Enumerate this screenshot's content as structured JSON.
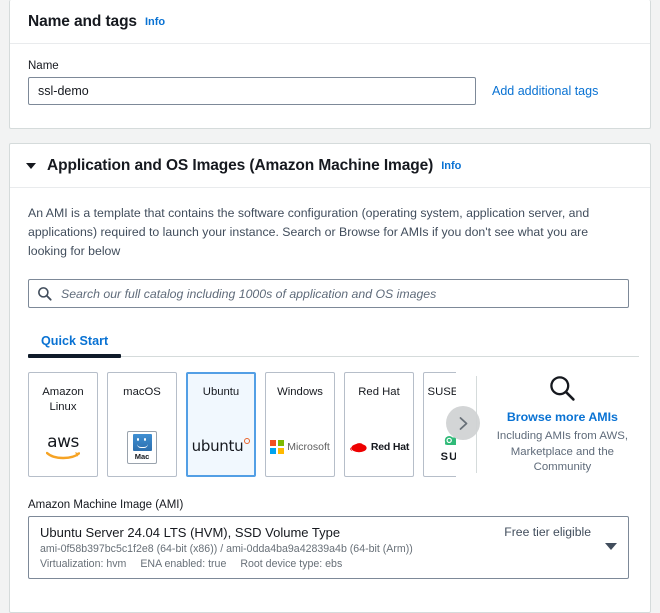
{
  "name_panel": {
    "title": "Name and tags",
    "info_label": "Info",
    "field_label": "Name",
    "name_value": "ssl-demo",
    "name_placeholder": "",
    "add_tags_label": "Add additional tags"
  },
  "ami_panel": {
    "title": "Application and OS Images (Amazon Machine Image)",
    "info_label": "Info",
    "description": "An AMI is a template that contains the software configuration (operating system, application server, and applications) required to launch your instance. Search or Browse for AMIs if you don't see what you are looking for below",
    "search_placeholder": "Search our full catalog including 1000s of application and OS images",
    "search_value": "",
    "tabs": [
      {
        "label": "Quick Start",
        "active": true
      }
    ],
    "tiles": [
      {
        "label": "Amazon Linux",
        "logo": "aws-logo",
        "selected": false
      },
      {
        "label": "macOS",
        "logo": "mac-logo",
        "selected": false
      },
      {
        "label": "Ubuntu",
        "logo": "ubuntu-logo",
        "selected": true
      },
      {
        "label": "Windows",
        "logo": "microsoft-logo",
        "selected": false
      },
      {
        "label": "Red Hat",
        "logo": "redhat-logo",
        "selected": false
      },
      {
        "label": "SUSE Linux",
        "logo": "suse-logo",
        "selected": false
      }
    ],
    "browse": {
      "link_label": "Browse more AMIs",
      "sub_text": "Including AMIs from AWS, Marketplace and the Community"
    },
    "ami_select": {
      "label": "Amazon Machine Image (AMI)",
      "title": "Ubuntu Server 24.04 LTS (HVM), SSD Volume Type",
      "free_tier_label": "Free tier eligible",
      "ami_ids": "ami-0f58b397bc5c1f2e8 (64-bit (x86)) / ami-0dda4ba9a42839a4b (64-bit (Arm))",
      "meta": [
        "Virtualization: hvm",
        "ENA enabled: true",
        "Root device type: ebs"
      ]
    }
  },
  "colors": {
    "link_blue": "#0972d3",
    "selected_border": "#539fe5",
    "selected_bg": "#f1f8fe",
    "page_bg": "#f2f3f3",
    "ubuntu_orange": "#e8632a",
    "redhat_red": "#ee0000",
    "suse_green": "#30ba78"
  }
}
